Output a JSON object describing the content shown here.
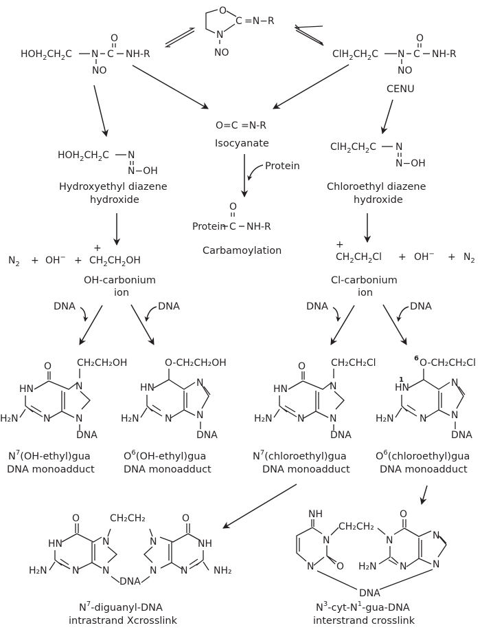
{
  "colors": {
    "ink": "#231f20",
    "background": "#ffffff"
  },
  "top": {
    "hydroxyethyl_nitrosourea": {
      "main": "HOH",
      "sub1": "2",
      "mid": "CH",
      "sub2": "2",
      "tail": "C",
      "n": "N",
      "c": "C",
      "nhr": "NH-R",
      "o": "O",
      "no": "NO"
    },
    "oxazoline": {
      "o": "O",
      "c": "C",
      "eq": "=N−R",
      "n": "N",
      "no": "NO"
    },
    "cenu": {
      "main": "ClH",
      "sub1": "2",
      "mid": "CH",
      "sub2": "2",
      "tail": "C",
      "n": "N",
      "c": "C",
      "nhr": "NH-R",
      "o": "O",
      "no": "NO",
      "label": "CENU"
    }
  },
  "isocyanate": {
    "formula": "O=C =N-R",
    "label": "Isocyanate",
    "reagent": "Protein"
  },
  "carbamoylation": {
    "prefix": "Protein",
    "c": "C",
    "suffix": "NH-R",
    "o": "O",
    "label": "Carbamoylation"
  },
  "hydroxyethyl_diazene": {
    "main": "HOH",
    "sub1": "2",
    "mid": "CH",
    "sub2": "2",
    "tail": "C",
    "n1": "N",
    "n2oh": "N−OH",
    "label1": "Hydroxyethyl diazene",
    "label2": "hydroxide"
  },
  "chloroethyl_diazene": {
    "main": "ClH",
    "sub1": "2",
    "mid": "CH",
    "sub2": "2",
    "tail": "C",
    "n1": "N",
    "n2oh": "N−OH",
    "label1": "Chloroethyl diazene",
    "label2": "hydroxide"
  },
  "oh_products": {
    "n2": "N",
    "n2sub": "2",
    "plus": "+",
    "oh": "OH",
    "minus": "−",
    "cat_a": "CH",
    "cat_s1": "2",
    "cat_b": "CH",
    "cat_s2": "2",
    "cat_c": "OH",
    "charge": "+",
    "label1": "OH-carbonium",
    "label2": "ion"
  },
  "cl_products": {
    "cat_a": "CH",
    "cat_s1": "2",
    "cat_b": "CH",
    "cat_s2": "2",
    "cat_c": "Cl",
    "charge": "+",
    "plus": "+",
    "oh": "OH",
    "minus": "−",
    "n2": "N",
    "n2sub": "2",
    "label1": "Cl-carbonium",
    "label2": "ion"
  },
  "reagents": {
    "dna": "DNA"
  },
  "adducts": [
    {
      "id": "n7-oh",
      "substituent": "CH₂CH₂OH",
      "label_main": "N",
      "label_sup": "7",
      "label_rest": "(OH-ethyl)gua",
      "label2": "DNA monoadduct"
    },
    {
      "id": "o6-oh",
      "substituent": "O-CH₂CH₂OH",
      "label_main": "O",
      "label_sup": "6",
      "label_rest": "(OH-ethyl)gua",
      "label2": "DNA monoadduct"
    },
    {
      "id": "n7-cl",
      "substituent": "CH₂CH₂Cl",
      "label_main": "N",
      "label_sup": "7",
      "label_rest": "(chloroethyl)gua",
      "label2": "DNA monoadduct"
    },
    {
      "id": "o6-cl",
      "substituent": "O-CH₂CH₂Cl",
      "pos6": "6",
      "pos1": "1",
      "label_main": "O",
      "label_sup": "6",
      "label_rest": "(chloroethyl)gua",
      "label2": "DNA monoadduct"
    }
  ],
  "atoms": {
    "o": "O",
    "hn": "HN",
    "nh": "NH",
    "n": "N",
    "h2n": "H₂N",
    "nh2": "NH₂",
    "dna": "DNA",
    "nh_imine": "NH"
  },
  "crosslinks": [
    {
      "id": "intrastrand",
      "bridge": "CH₂CH₂",
      "label_main": "N",
      "label_sup": "7",
      "label_rest": "-diguanyl-DNA",
      "label2": "intrastrand Xcrosslink"
    },
    {
      "id": "interstrand",
      "bridge": "CH₂CH₂",
      "label_a": "N",
      "sup_a": "3",
      "label_b": "-cyt-N",
      "sup_b": "1",
      "label_c": "-gua-DNA",
      "label2": "interstrand crosslink"
    }
  ]
}
